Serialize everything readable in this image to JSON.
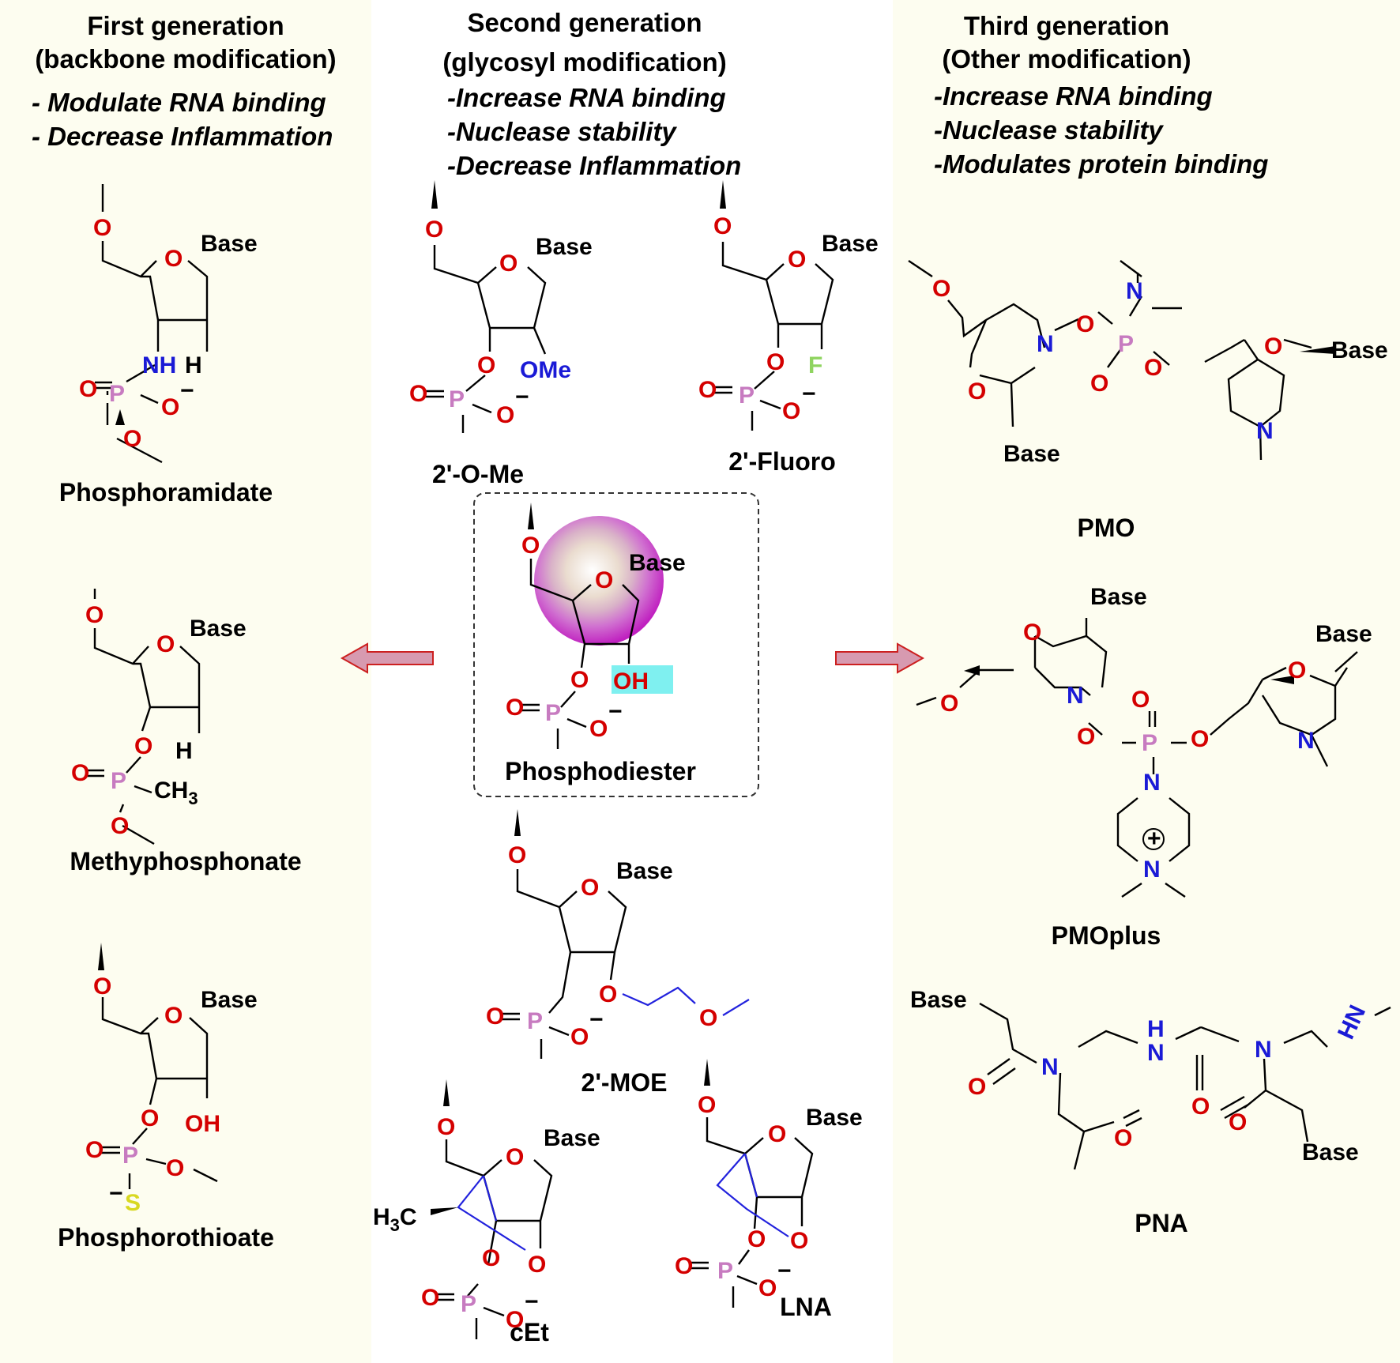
{
  "colors": {
    "oxygen": "#d40000",
    "nitrogen": "#1a1ad6",
    "phosphorus": "#c77bc0",
    "sulfur": "#d8d820",
    "fluorine": "#8fd460",
    "arrow_fill": "#d79ab0",
    "arrow_stroke": "#cc2020",
    "highlight": "#7ff0f0",
    "panel_bg": "#fdfdf0"
  },
  "left": {
    "title_line1": "First generation",
    "title_line2": "(backbone modification)",
    "bullets": [
      "- Modulate RNA binding",
      "- Decrease Inflammation"
    ],
    "labels": [
      "Phosphoramidate",
      "Methyphosphonate",
      "Phosphorothioate"
    ]
  },
  "middle": {
    "title_line1": "Second generation",
    "title_line2": "(glycosyl modification)",
    "bullets": [
      "-Increase RNA binding",
      "-Nuclease stability",
      "-Decrease Inflammation"
    ],
    "labels": [
      "2'-O-Me",
      "2'-Fluoro",
      "Phosphodiester",
      "2'-MOE",
      "cEt",
      "LNA"
    ]
  },
  "right": {
    "title_line1": "Third generation",
    "title_line2": "(Other modification)",
    "bullets": [
      "-Increase RNA binding",
      "-Nuclease stability",
      "-Modulates protein binding"
    ],
    "labels": [
      "PMO",
      "PMOplus",
      "PNA"
    ]
  },
  "atoms": {
    "O": "O",
    "N": "N",
    "P": "P",
    "S": "S",
    "F": "F",
    "H": "H",
    "NH": "NH",
    "OH": "OH",
    "OMe": "OMe",
    "CH3": "CH",
    "CH3_sub": "3",
    "H3C": "H",
    "H3C_sub": "3",
    "H3C_c": "C",
    "HN": "HN",
    "base": "Base",
    "minus": "−",
    "plus": "+"
  }
}
